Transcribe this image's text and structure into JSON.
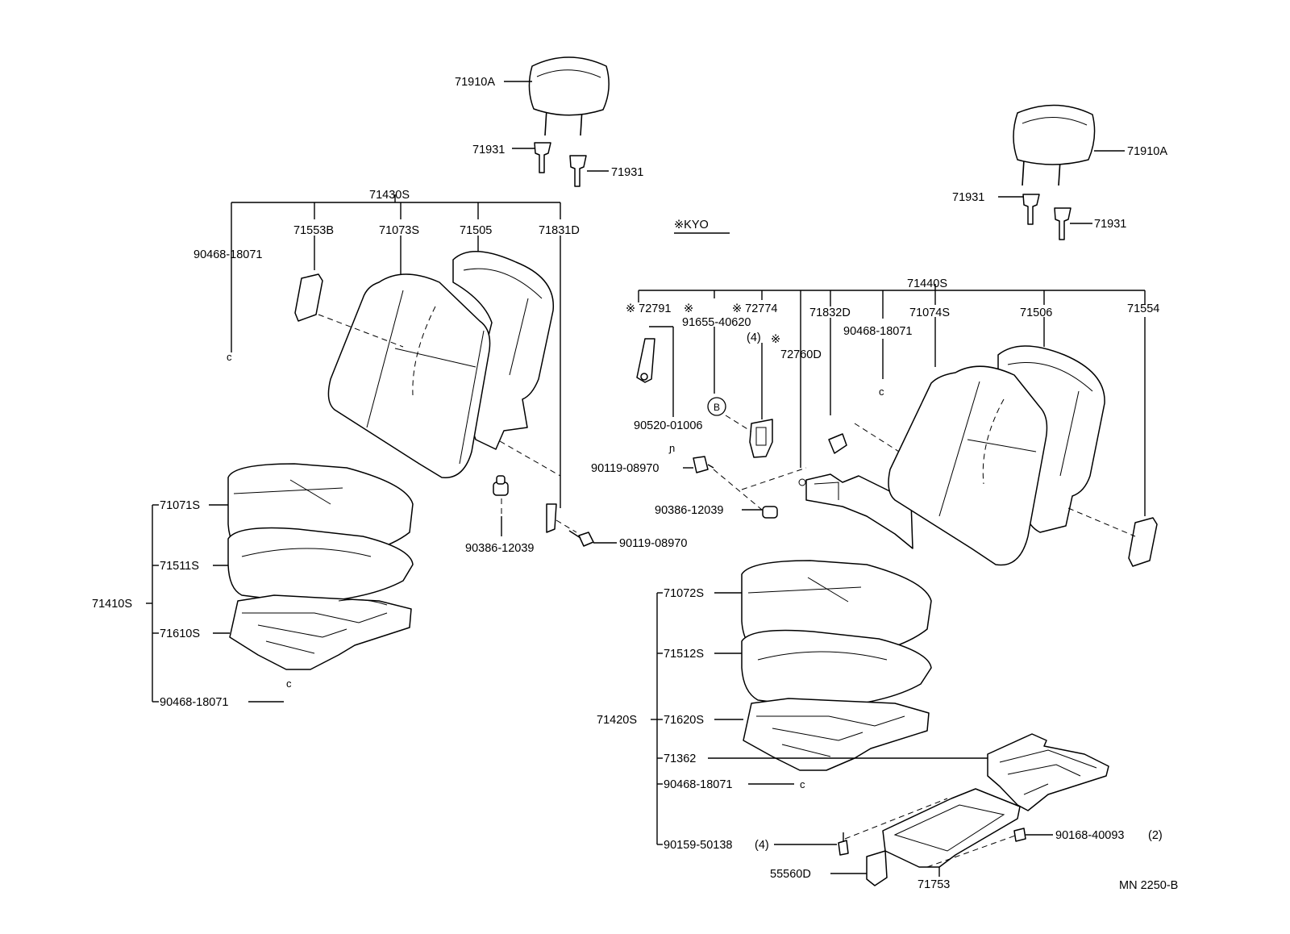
{
  "diagram_code": "MN 2250-B",
  "kyo_note": "※KYO",
  "left_seat": {
    "headrest": "71910A",
    "support_left": "71931",
    "support_right": "71931",
    "back_assy": "71430S",
    "clip_back": "90468-18071",
    "back_cover_cap": "71553B",
    "back_cover": "71073S",
    "back_pad": "71505",
    "back_bracket": "71831D",
    "cushion_assy": "71410S",
    "cushion_cover": "71071S",
    "cushion_pad": "71511S",
    "cushion_frame": "71610S",
    "clip_cushion": "90468-18071",
    "bolt_collar": "90386-12039",
    "bolt": "90119-08970"
  },
  "right_seat": {
    "headrest": "71910A",
    "support_left": "71931",
    "support_right": "71931",
    "back_assy": "71440S",
    "armrest_bracket": "※ 72791",
    "screw_note": "※\n91655-40620",
    "screw_qty": "(4)",
    "lever_cover": "※ 72774",
    "hinge_mark": "※",
    "hinge": "72760D",
    "back_bracket": "71832D",
    "clip_back": "90468-18071",
    "back_cover": "71074S",
    "back_pad": "71506",
    "back_cap": "71554",
    "ring": "90520-01006",
    "bolt": "90119-08970",
    "bolt_collar": "90386-12039",
    "b_marker": "B",
    "cushion_assy": "71420S",
    "cushion_cover": "71072S",
    "cushion_pad": "71512S",
    "cushion_frame": "71620S",
    "under_tray_frame": "71362",
    "clip_cushion": "90468-18071",
    "screw": "90159-50138",
    "bracket": "55560D",
    "tray": "71753",
    "tray_screw": "90168-40093",
    "tray_screw_qty": "(2)"
  }
}
